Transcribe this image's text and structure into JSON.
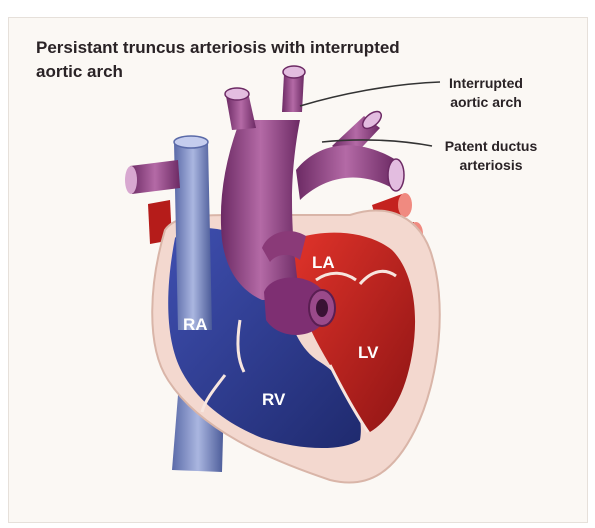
{
  "title_lines": [
    "Persistant truncus arteriosis with interrupted",
    "aortic arch"
  ],
  "callouts": {
    "interrupted_arch": [
      "Interrupted",
      "aortic arch"
    ],
    "patent_ductus": [
      "Patent ductus",
      "arteriosis"
    ]
  },
  "chambers": {
    "ra": "RA",
    "rv": "RV",
    "la": "LA",
    "lv": "LV"
  },
  "colors": {
    "oxygen_poor": "#2a3a8c",
    "oxygen_rich": "#c4221f",
    "mixed": "#8a3a78",
    "myocardium": "#f3d8cf"
  }
}
